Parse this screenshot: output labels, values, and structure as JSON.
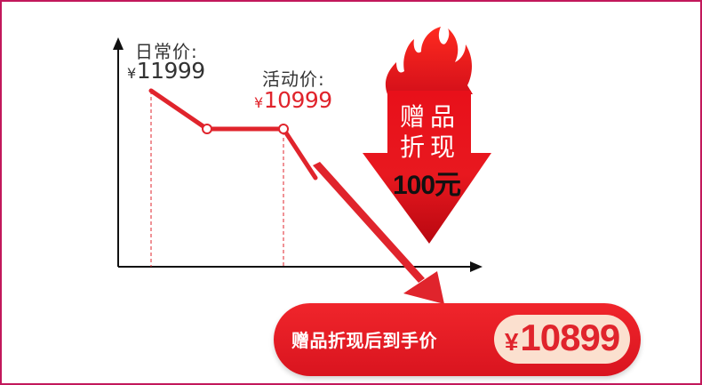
{
  "colors": {
    "accent_red": "#e0242c",
    "text_gray": "#333333",
    "frame": "#c2185b",
    "pill_bg": "#fbe0cf"
  },
  "chart": {
    "regular_label": "日常价:",
    "regular_currency": "¥",
    "regular_price": "11999",
    "sale_label": "活动价:",
    "sale_currency": "¥",
    "sale_price": "10999"
  },
  "flame_arrow": {
    "icon": "flame-arrow-icon",
    "line1": "赠品",
    "line2": "折现",
    "amount": "100元"
  },
  "banner": {
    "label": "赠品折现后到手价",
    "currency": "¥",
    "price": "10899"
  }
}
